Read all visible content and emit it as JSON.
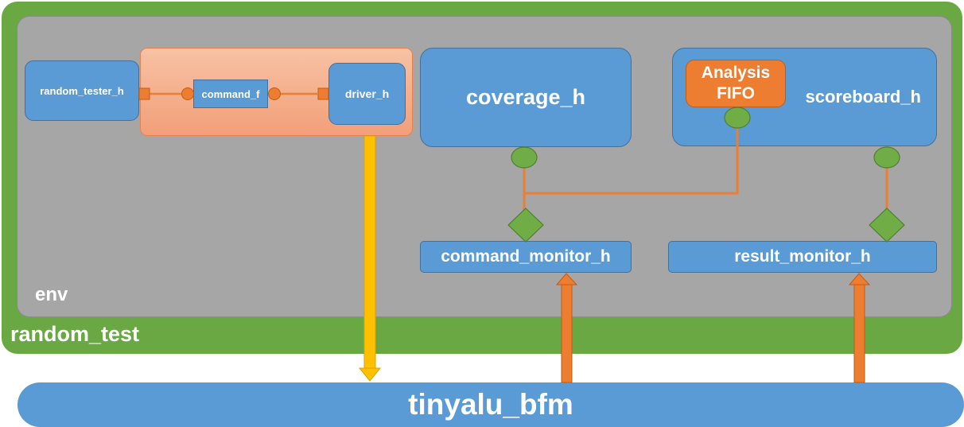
{
  "test": {
    "label": "random_test"
  },
  "env": {
    "label": "env"
  },
  "agent": {
    "tester": "random_tester_h",
    "fifo": "command_f",
    "driver": "driver_h"
  },
  "coverage": {
    "label": "coverage_h"
  },
  "scoreboard": {
    "label": "scoreboard_h",
    "fifo_line1": "Analysis",
    "fifo_line2": "FIFO"
  },
  "monitors": {
    "command": "command_monitor_h",
    "result": "result_monitor_h"
  },
  "bfm": {
    "label": "tinyalu_bfm"
  },
  "colors": {
    "test_green": "#6aa843",
    "env_gray": "#a6a6a6",
    "component_blue": "#5b9bd5",
    "port_orange": "#ed7d31",
    "export_green": "#70ad47",
    "driver_arrow_yellow": "#ffc000"
  }
}
